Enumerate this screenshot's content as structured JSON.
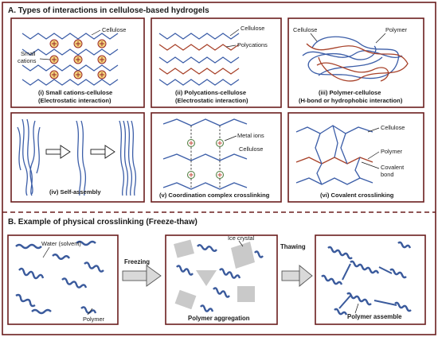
{
  "section_a": {
    "title": "A. Types of interactions in cellulose-based hydrogels",
    "panel1": {
      "label_cellulose": "Cellulose",
      "label_small": "Small",
      "label_cations": "cations",
      "caption1": "(i)  Small cations-cellulose",
      "caption2": "(Electrostatic interaction)"
    },
    "panel2": {
      "label_cellulose": "Cellulose",
      "label_polycations": "Polycations",
      "caption1": "(ii) Polycations-cellulose",
      "caption2": "(Electrostatic interaction)"
    },
    "panel3": {
      "label_cellulose": "Cellulose",
      "label_polymer": "Polymer",
      "caption1": "(iii) Polymer-cellulose",
      "caption2": "(H-bond or hydrophobic interaction)"
    },
    "panel4": {
      "caption": "(iv) Self-assembly"
    },
    "panel5": {
      "label_metal": "Metal ions",
      "label_cellulose": "Cellulose",
      "caption": "(v) Coordination complex crosslinking"
    },
    "panel6": {
      "label_cellulose": "Cellulose",
      "label_polymer": "Polymer",
      "label_covalent": "Covalent",
      "label_bond": "bond",
      "caption": "(vi) Covalent crosslinking"
    }
  },
  "section_b": {
    "title": "B. Example of  physical crosslinking (Freeze-thaw)",
    "label_water": "Water (solvent)",
    "label_polymer": "Polymer",
    "label_freezing": "Freezing",
    "label_ice": "Ice crystal",
    "label_aggregation": "Polymer aggregation",
    "label_thawing": "Thawing",
    "label_assemble": "Polymer assemble"
  },
  "colors": {
    "frame": "#6b1e1e",
    "chain_blue": "#3c5ea8",
    "chain_red": "#a8422a",
    "ice": "#c9c9c9"
  }
}
